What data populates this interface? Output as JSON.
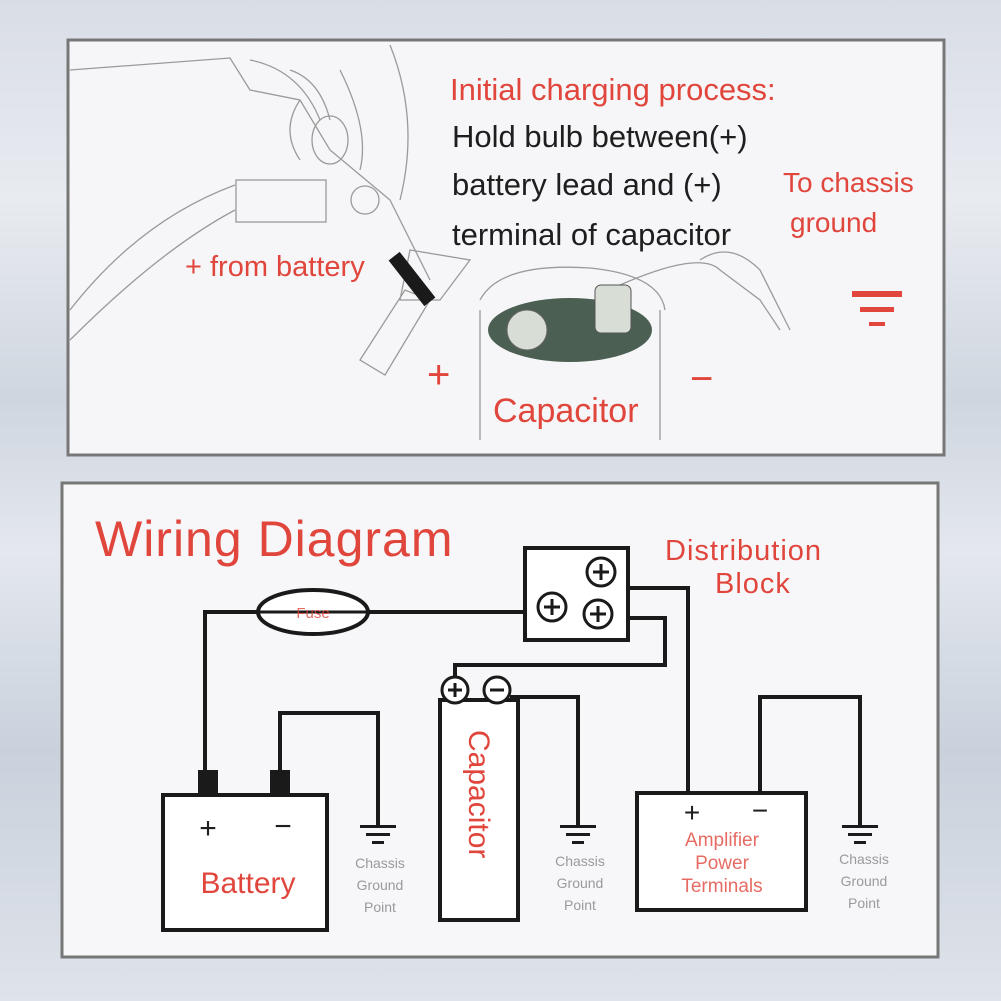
{
  "charging": {
    "title": "Initial charging process:",
    "lines": [
      "Hold bulb between(+)",
      "battery lead and (+)",
      "terminal of capacitor"
    ],
    "from_battery": "+ from battery",
    "to_chassis": [
      "To chassis",
      "ground"
    ],
    "plus": "+",
    "minus": "−",
    "capacitor": "Capacitor"
  },
  "wiring": {
    "title": "Wiring Diagram",
    "distribution_block": [
      "Distribution",
      "Block"
    ],
    "fuse": "Fuse",
    "battery": "Battery",
    "battery_plus": "+",
    "battery_minus": "−",
    "capacitor": "Capacitor",
    "amplifier": [
      "Amplifier",
      "Power",
      "Terminals"
    ],
    "amp_plus": "+",
    "amp_minus": "−",
    "ground_label": [
      "Chassis",
      "Ground",
      "Point"
    ]
  },
  "colors": {
    "accent": "#e0463c",
    "wire": "#1a1a1a"
  }
}
